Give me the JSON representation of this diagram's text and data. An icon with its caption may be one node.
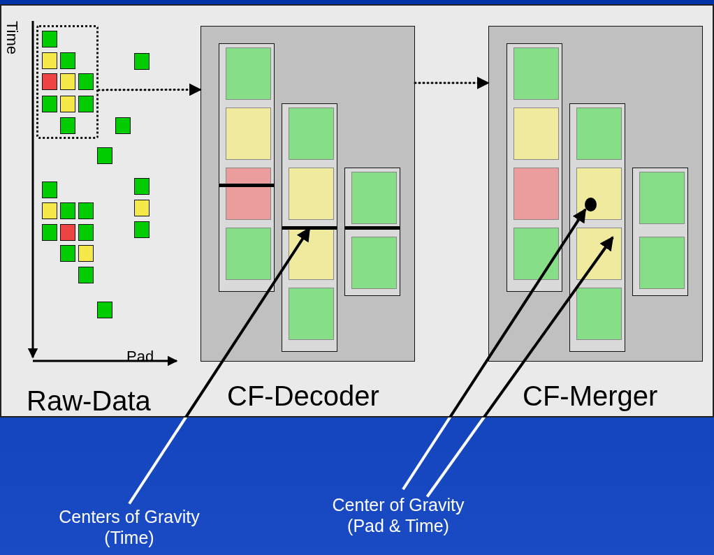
{
  "diagram": {
    "nodes": [
      {
        "text": [],
        "shape": "box"
      },
      {
        "text": [
          "CF-Decoder"
        ]
      },
      {
        "text": [],
        "shape": "bar",
        "in": 1
      },
      {
        "text": [
          "CF-Merger"
        ]
      },
      {
        "text": [],
        "shape": "circle",
        "in": 3
      },
      {
        "text": [
          "Centers of Gravity (Time)"
        ]
      },
      {
        "text": [
          "Center of Gravity (Pad & Time)"
        ]
      }
    ],
    "edges": [
      {
        "from": 0,
        "to": 1,
        "arrow": "to",
        "style": "dashed"
      },
      {
        "from": 1,
        "to": 3,
        "arrow": "to",
        "style": "dashed"
      },
      {
        "from": 5,
        "to": 2,
        "arrow": "to"
      },
      {
        "from": 6,
        "to": 4,
        "arrow": "to"
      },
      {
        "from": 6,
        "to": null,
        "arrow": "to"
      }
    ],
    "labels": [
      "Time",
      "Pad",
      "Raw-Data"
    ]
  }
}
